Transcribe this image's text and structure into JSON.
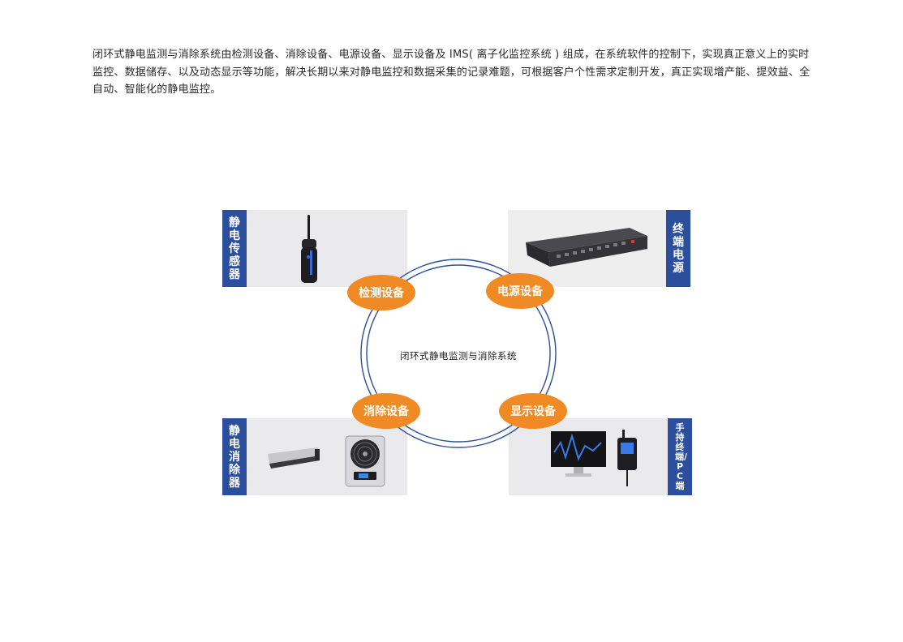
{
  "intro_text": "闭环式静电监测与消除系统由检测设备、消除设备、电源设备、显示设备及 IMS( 离子化监控系统 ) 组成，在系统软件的控制下，实现真正意义上的实时监控、数据储存、以及动态显示等功能，解决长期以来对静电监控和数据采集的记录难题，可根据客户个性需求定制开发，真正实现增产能、提效益、全自动、智能化的静电监控。",
  "center_label": "闭环式静电监测与消除系统",
  "nodes": {
    "detect": "检测设备",
    "power": "电源设备",
    "elim": "消除设备",
    "display": "显示设备"
  },
  "panels": {
    "sensor": "静电传感器",
    "power": "终端电源",
    "elim": "静电消除器",
    "display": "手持终端/PC端"
  },
  "colors": {
    "accent_blue": "#2b4f9c",
    "bubble_orange": "#f08a24",
    "panel_gray": "#eaeaec"
  },
  "icons": [
    "handheld-sensor-icon",
    "power-supply-icon",
    "ionizer-bar-icon",
    "ionizer-fan-icon",
    "monitor-icon",
    "handheld-terminal-icon"
  ]
}
